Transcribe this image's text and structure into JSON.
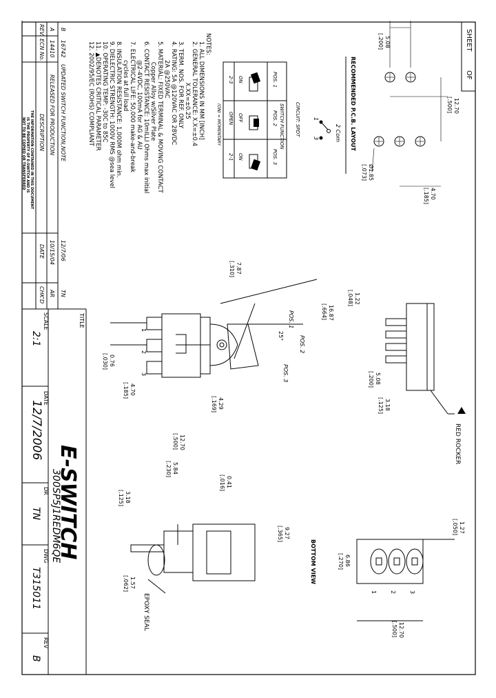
{
  "title_block": {
    "sheet_label": "SHEET",
    "of_label": "OF",
    "title_label": "TITLE",
    "company_logo": "E-SWITCH",
    "part_number": "300SP5J1REDM6QE",
    "scale_label": "SCALE",
    "scale": "2:1",
    "date_label": "DATE",
    "date": "12/7/2006",
    "dr_label": "DR",
    "drawn_by": "TN",
    "dwg_label": "DWG",
    "dwg_number": "T315011",
    "rev_label": "REV",
    "rev": "B"
  },
  "revision_table": {
    "headers": [
      "REV.",
      "ECN No.",
      "DESCRIPTION",
      "DATE",
      "CHK'D"
    ],
    "rows": [
      [
        "B",
        "16742",
        "UPDATED SWITCH FUNCTION,NOTE",
        "12/7/06",
        "TN"
      ],
      [
        "A",
        "14410",
        "RELEASED FOR PRODUCTION",
        "10/15/04",
        "AR"
      ]
    ],
    "disclaimer": [
      "THE INFORMATION CONTAINED IN THIS DOCUMENT",
      "IS THE PROPERTY OF E-SWITCH AND IS",
      "NOT TO BE COPIED OR TRANSFERRED"
    ]
  },
  "notes": {
    "heading": "NOTES:",
    "lines": [
      "1. ALL DIMENSIONS IN MM [INCH]",
      "2. GENERAL TOLERANCE: X.X=±0.4",
      "                      X.XX=±0.25",
      "3. TERM. NOS. FOR REF. ONLY",
      "4. RATING: 5A @120VAC OR 28VDC",
      "          2A @250VAC",
      "5. MATERIAL: FIXED TERMINAL & MOVING CONTACT",
      "           Copper Alloy w/Silver Plate",
      "6. CONTACT RESISTANCE: 10mILLI Ohms max initial",
      "          @2-4VDC, 100mA for AG & AU",
      "7. ELECTRICAL LIFE: 50,000 make-and-break",
      "          cycles at full load",
      "8. INSULATION RESISTANCE: 1,000M ohm min.",
      "9. DIELECTRIC STRENGTH: 1000V RMS @sea level",
      "10. OPERATING TEMP: -30C to 85C",
      "11. ▲DENOTES CRITICAL PARAMETER",
      "12. 2002/95/EC (ROHS) COMPLIANT"
    ]
  },
  "switch_function": {
    "title": "SWITCH FUNCTION",
    "headers": [
      "POS. 1",
      "POS. 2",
      "POS. 3"
    ],
    "row_states": [
      "ON",
      "OFF",
      "ON"
    ],
    "row_connections": [
      "2-3",
      "OPEN",
      "2-1"
    ],
    "footnote": "(ON) = MOMENTARY"
  },
  "circuit": {
    "title": "CIRCUIT: SPDT",
    "com_label": "2 Com",
    "terminal_1": "1",
    "terminal_3": "3"
  },
  "pcb_layout": {
    "title": "RECOMMENDED P.C.B. LAYOUT",
    "dims": {
      "pitch": "5.08",
      "pitch_in": "[.200]",
      "row_spacing": "12.70",
      "row_spacing_in": "[.500]",
      "hole": "Ø1.85",
      "hole_in": "[.073]",
      "width": "4.70",
      "width_in": "[.185]"
    }
  },
  "side_view": {
    "labels": [
      "POS. 1",
      "POS. 2",
      "POS. 3",
      "25°"
    ],
    "terminals": [
      "1",
      "2",
      "3"
    ],
    "dims": [
      [
        "7.87",
        "[.310]"
      ],
      [
        "16.87",
        "[.664]"
      ],
      [
        "1.22",
        "[.048]"
      ],
      [
        "0.76",
        "[.030]"
      ],
      [
        "4.70",
        "[.185]"
      ],
      [
        "4.29",
        "[.169]"
      ],
      [
        "5.08",
        "[.200]"
      ],
      [
        "3.18",
        "[.125]"
      ]
    ]
  },
  "red_rocker_label": "RED ROCKER",
  "front_view": {
    "dims": [
      [
        "12.70",
        "[.500]"
      ],
      [
        "5.84",
        "[.230]"
      ],
      [
        "0.41",
        "[.016]"
      ],
      [
        "3.18",
        "[.125]"
      ],
      [
        "9.27",
        "[.365]"
      ],
      [
        "1.57",
        "[.062]"
      ]
    ],
    "epoxy_label": "EPOXY SEAL"
  },
  "bottom_view": {
    "title": "BOTTOM VIEW",
    "terminals": [
      "1",
      "2",
      "3"
    ],
    "dims": [
      [
        "1.27",
        "[.050]"
      ],
      [
        "6.86",
        "[.270]"
      ],
      [
        "12.70",
        "[.500]"
      ]
    ]
  }
}
